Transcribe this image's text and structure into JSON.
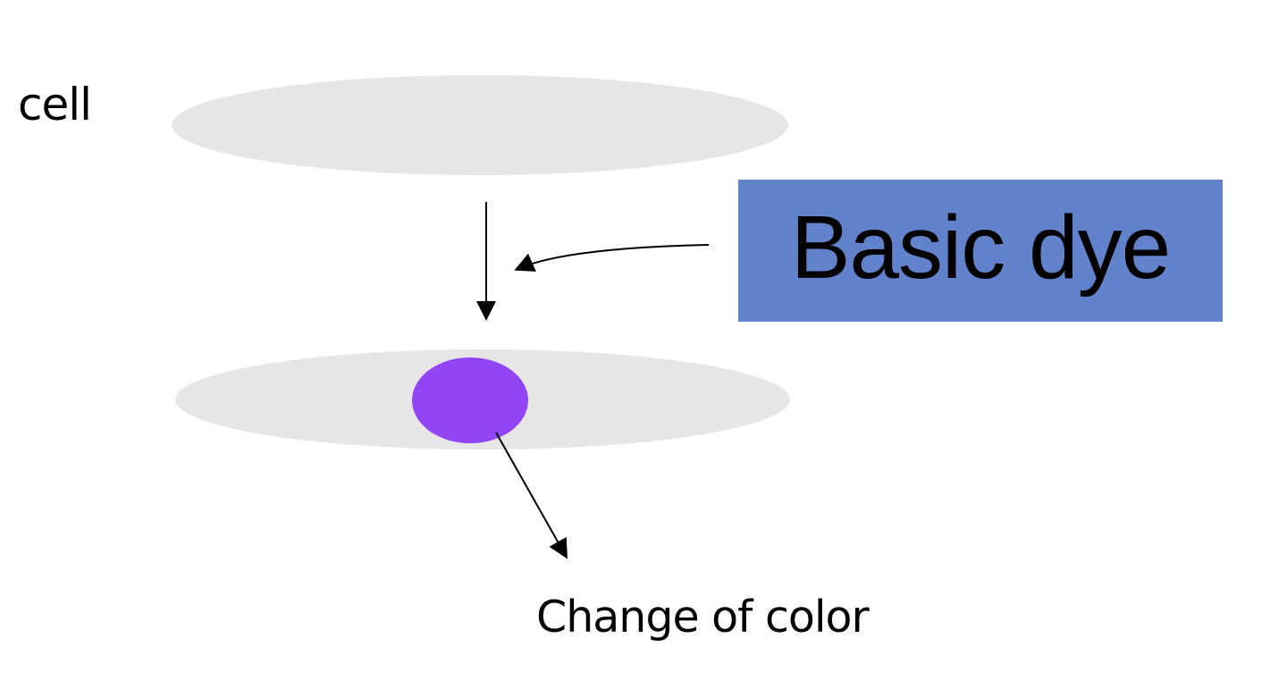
{
  "diagram": {
    "labels": {
      "cell": "cell",
      "dye": "Basic dye",
      "result": "Change of color"
    },
    "colors": {
      "cell_fill": "#e6e6e6",
      "nucleus_fill": "#9245f5",
      "dye_box_fill": "#6283cc",
      "arrow": "#000000",
      "text": "#000000",
      "background": "#ffffff"
    },
    "nodes": [
      {
        "id": "cell-before",
        "shape": "ellipse",
        "label": "cell"
      },
      {
        "id": "dye",
        "shape": "rectangle",
        "label": "Basic dye"
      },
      {
        "id": "cell-after",
        "shape": "ellipse"
      },
      {
        "id": "stained-nucleus",
        "shape": "ellipse"
      },
      {
        "id": "result",
        "shape": "text",
        "label": "Change of color"
      }
    ],
    "edges": [
      {
        "from": "cell-before",
        "to": "cell-after",
        "style": "straight"
      },
      {
        "from": "dye",
        "to": "cell-before->cell-after",
        "style": "curved"
      },
      {
        "from": "stained-nucleus",
        "to": "result",
        "style": "straight"
      }
    ]
  }
}
